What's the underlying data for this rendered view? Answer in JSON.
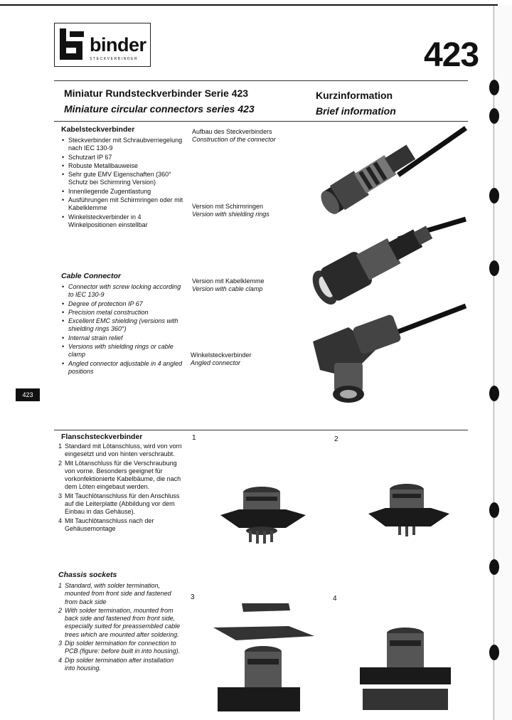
{
  "brand": {
    "name": "binder",
    "tagline": "STECKVERBINDER"
  },
  "series_number": "423",
  "side_tab": "423",
  "title_de": "Miniatur Rundsteckverbinder Serie 423",
  "title_en": "Miniature circular connectors series 423",
  "header_right_de": "Kurzinformation",
  "header_right_en": "Brief information",
  "cable": {
    "heading_de": "Kabelsteckverbinder",
    "items_de": [
      "Steckverbinder mit Schraubverriegelung nach IEC 130-9",
      "Schutzart IP 67",
      "Robuste Metallbauweise",
      "Sehr gute EMV Eigenschaften (360° Schutz bei Schirmring Version)",
      "Innenliegende Zugentlastung",
      "Ausführungen mit Schirmringen oder mit Kabelklemme",
      "Winkelsteckverbinder in 4 Winkelpositionen einstellbar"
    ],
    "heading_en": "Cable Connector",
    "items_en": [
      "Connector with screw locking according to IEC 130-9",
      "Degree of protection IP 67",
      "Precision metal construction",
      "Excellent EMC shielding (versions with shielding rings 360°)",
      "Internal strain relief",
      "Versions with shielding rings or cable clamp",
      "Angled connector adjustable in 4 angled positions"
    ]
  },
  "captions": [
    {
      "de": "Aufbau des Steckverbinders",
      "en": "Construction of the connector"
    },
    {
      "de": "Version mit Schirmringen",
      "en": "Version with shielding rings"
    },
    {
      "de": "Version mit Kabelklemme",
      "en": "Version with cable clamp"
    },
    {
      "de": "Winkelsteckverbinder",
      "en": "Angled connector"
    }
  ],
  "flange": {
    "heading_de": "Flanschsteckverbinder",
    "items_de": [
      {
        "n": "1",
        "text": "Standard mit Lötanschluss, wird von vorn eingesetzt und von hinten verschraubt."
      },
      {
        "n": "2",
        "text": "Mit Lötanschluss für die Verschraubung von vorne. Besonders geeignet für vorkonfektionierte Kabelbäume, die nach dem Löten eingebaut werden."
      },
      {
        "n": "3",
        "text": "Mit Tauchlötanschluss für den Anschluss auf die Leiterplatte (Abbildung vor dem Einbau in das Gehäuse)."
      },
      {
        "n": "4",
        "text": "Mit Tauchlötanschluss nach der Gehäusemontage"
      }
    ],
    "heading_en": "Chassis sockets",
    "items_en": [
      {
        "n": "1",
        "text": "Standard, with solder termination, mounted from front side and fastened from back side"
      },
      {
        "n": "2",
        "text": "With solder termination, mounted from back side and fastened from front side, especially suited for preassembled cable trees which are mounted after soldering."
      },
      {
        "n": "3",
        "text": "Dip solder termination for connection to PCB (figure: before built in into housing)."
      },
      {
        "n": "4",
        "text": "Dip solder termination after installation into housing."
      }
    ]
  },
  "figure_numbers": [
    "1",
    "2",
    "3",
    "4"
  ],
  "colors": {
    "ink": "#111111",
    "paper": "#ffffff"
  }
}
